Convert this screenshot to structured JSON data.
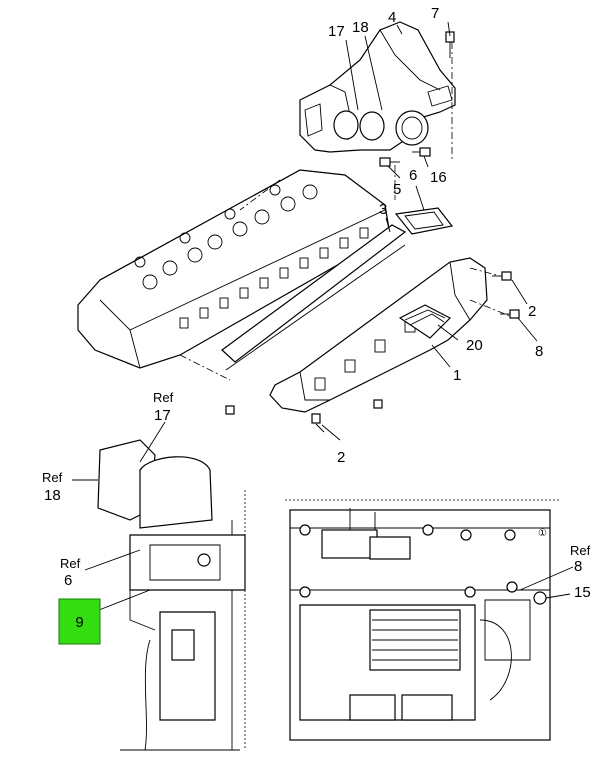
{
  "callouts": {
    "c7": "7",
    "c4": "4",
    "c17": "17",
    "c18": "18",
    "c5": "5",
    "c16": "16",
    "c6": "6",
    "c3": "3",
    "c2a": "2",
    "c8a": "8",
    "c20": "20",
    "c1": "1",
    "c2b": "2",
    "ref17": "Ref",
    "ref17n": "17",
    "ref18": "Ref",
    "ref18n": "18",
    "ref6": "Ref",
    "ref6n": "6",
    "hotspot9": "9",
    "ref8": "Ref",
    "ref8n": "8",
    "c15": "15"
  },
  "colors": {
    "hotspot": "#33dd11",
    "line": "#000000"
  }
}
